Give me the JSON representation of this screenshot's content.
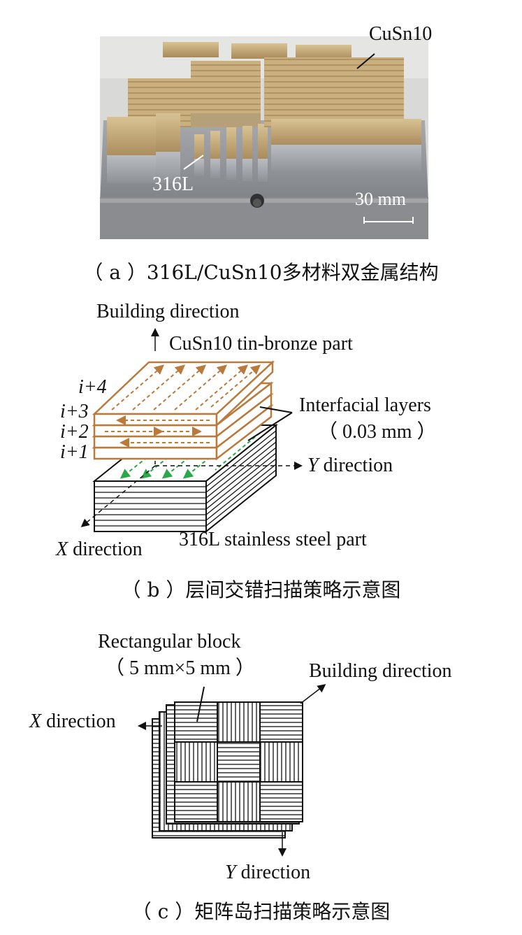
{
  "panel_a": {
    "label_top": "CuSn10",
    "label_bottom": "316L",
    "scale_bar": "30 mm",
    "caption": "（ a ）316L/CuSn10多材料双金属结构"
  },
  "panel_b": {
    "building_direction": "Building direction",
    "bronze_part": "CuSn10 tin-bronze part",
    "interfacial_layers": "Interfacial layers",
    "interfacial_thickness": "（ 0.03 mm ）",
    "layer_labels": [
      "i+4",
      "i+3",
      "i+2",
      "i+1"
    ],
    "y_direction": "Y direction",
    "x_direction": "X direction",
    "steel_part": "316L stainless steel part",
    "caption": "（ b ）层间交错扫描策略示意图",
    "colors": {
      "bronze": "#b97a3c",
      "green": "#2aa84a"
    }
  },
  "panel_c": {
    "block_label": "Rectangular block",
    "block_size": "（ 5 mm×5 mm ）",
    "building_direction": "Building direction",
    "x_direction": "X direction",
    "y_direction": "Y direction",
    "caption": "（ c ）矩阵岛扫描策略示意图"
  }
}
